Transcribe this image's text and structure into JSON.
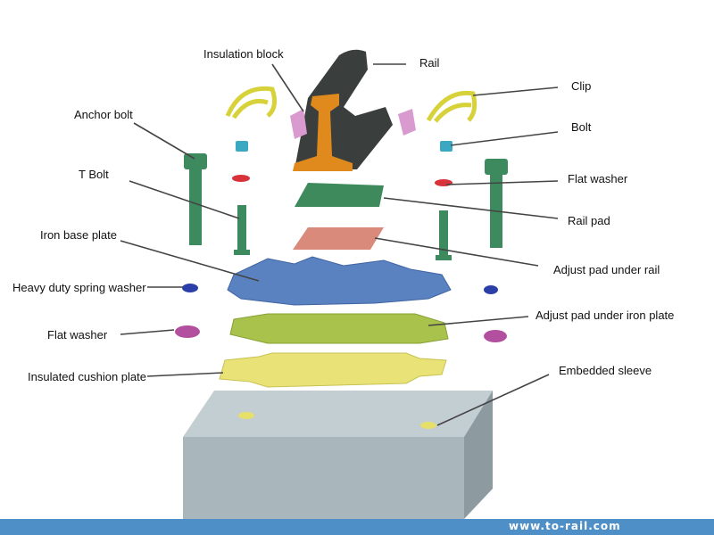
{
  "labels": {
    "insulation_block": "Insulation block",
    "rail": "Rail",
    "clip": "Clip",
    "anchor_bolt": "Anchor bolt",
    "bolt": "Bolt",
    "t_bolt": "T Bolt",
    "flat_washer_right": "Flat washer",
    "rail_pad": "Rail pad",
    "iron_base_plate": "Iron base plate",
    "adjust_pad_under_rail": "Adjust pad under rail",
    "heavy_duty_spring_washer": "Heavy duty spring washer",
    "adjust_pad_under_iron_plate": "Adjust pad under iron plate",
    "flat_washer_left": "Flat washer",
    "insulated_cushion_plate": "Insulated cushion plate",
    "embedded_sleeve": "Embedded sleeve"
  },
  "footer": {
    "website": "www.to-rail.com"
  },
  "colors": {
    "footer": "#4f8fc8",
    "rail": "#3a3f3e",
    "rail_section": "#e08a1e",
    "bolt": "#3d8a5e",
    "clip": "#d8d23a",
    "concrete": "#a9b7bd"
  }
}
